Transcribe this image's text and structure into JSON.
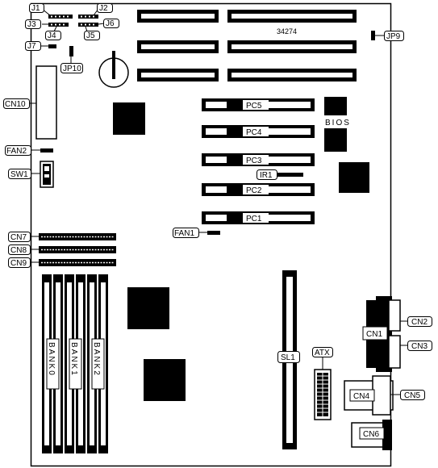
{
  "board_id": "34274",
  "jumpers": {
    "j1": "J1",
    "j2": "J2",
    "j3": "J3",
    "j4": "J4",
    "j5": "J5",
    "j6": "J6",
    "j7": "J7",
    "jp9": "JP9",
    "jp10": "JP10"
  },
  "connectors": {
    "cn1": "CN1",
    "cn2": "CN2",
    "cn3": "CN3",
    "cn4": "CN4",
    "cn5": "CN5",
    "cn6": "CN6",
    "cn7": "CN7",
    "cn8": "CN8",
    "cn9": "CN9",
    "cn10": "CN10",
    "fan1": "FAN1",
    "fan2": "FAN2",
    "sw1": "SW1",
    "ir1": "IR1",
    "atx": "ATX"
  },
  "slots": {
    "pc1": "PC1",
    "pc2": "PC2",
    "pc3": "PC3",
    "pc4": "PC4",
    "pc5": "PC5",
    "sl1": "SL1"
  },
  "memory_banks": [
    "BANK0",
    "BANK1",
    "BANK2"
  ],
  "bios_label": "BIOS"
}
